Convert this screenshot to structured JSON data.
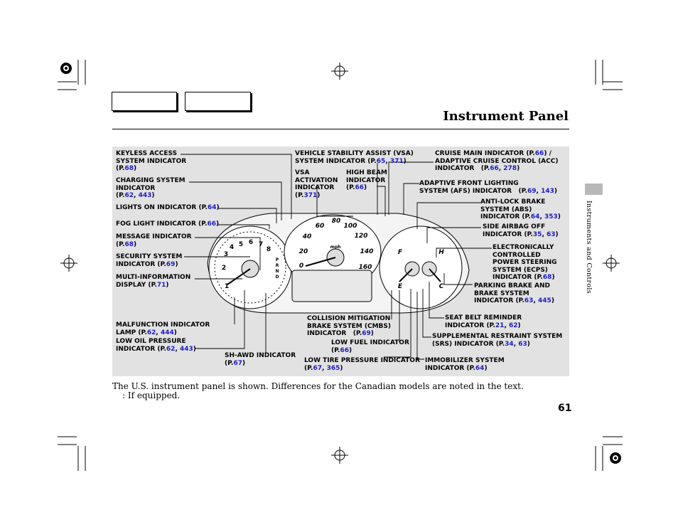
{
  "header": {
    "title": "Instrument Panel"
  },
  "side_tab": {
    "text": "Instruments and Controls"
  },
  "labels": {
    "keyless": {
      "l1": "KEYLESS ACCESS",
      "l2": "SYSTEM INDICATOR",
      "pre": "(P.",
      "p1": "68",
      "post": ")"
    },
    "charging": {
      "l1": "CHARGING SYSTEM",
      "l2": "INDICATOR",
      "pre": "(P.",
      "p1": "62",
      "sep": ", ",
      "p2": "443",
      "post": ")"
    },
    "lights_on": {
      "l1": "LIGHTS ON INDICATOR (P.",
      "p1": "64",
      "post": ")"
    },
    "fog": {
      "l1": "FOG LIGHT INDICATOR (P.",
      "p1": "66",
      "post": ")"
    },
    "message": {
      "l1": "MESSAGE INDICATOR",
      "pre": "(P.",
      "p1": "68",
      "post": ")"
    },
    "security": {
      "l1": "SECURITY SYSTEM",
      "l2": "INDICATOR (P.",
      "p1": "69",
      "post": ")"
    },
    "multi": {
      "l1": "MULTI-INFORMATION",
      "l2": "DISPLAY (P.",
      "p1": "71",
      "post": ")"
    },
    "malfunction": {
      "l1": "MALFUNCTION INDICATOR",
      "l2": "LAMP (P.",
      "p1": "62",
      "sep": ", ",
      "p2": "444",
      "post": ")"
    },
    "low_oil": {
      "l1": "LOW OIL PRESSURE",
      "l2": "INDICATOR (P.",
      "p1": "62",
      "sep": ", ",
      "p2": "443",
      "post": ")"
    },
    "shawd": {
      "l1": "SH-AWD INDICATOR",
      "pre": "(P.",
      "p1": "67",
      "post": ")"
    },
    "vsa": {
      "l1": "VEHICLE STABILITY ASSIST (VSA)",
      "l2": "SYSTEM INDICATOR (P.",
      "p1": "65",
      "sep": ", ",
      "p2": "371",
      "post": ")"
    },
    "vsa_act": {
      "l1": "VSA",
      "l2": "ACTIVATION",
      "l3": "INDICATOR",
      "pre": "(P.",
      "p1": "371",
      "post": ")"
    },
    "high_beam": {
      "l1": "HIGH BEAM",
      "l2": "INDICATOR",
      "pre": "(P.",
      "p1": "66",
      "post": ")"
    },
    "cmbs": {
      "l1": "COLLISION MITIGATION",
      "l2": "BRAKE SYSTEM (CMBS)",
      "l3": "INDICATOR",
      "pre": "(P.",
      "p1": "69",
      "post": ")"
    },
    "low_fuel": {
      "l1": "LOW FUEL INDICATOR",
      "pre": "(P.",
      "p1": "66",
      "post": ")"
    },
    "tire": {
      "l1": "LOW TIRE PRESSURE INDICATOR",
      "pre": "(P.",
      "p1": "67",
      "sep": ", ",
      "p2": "365",
      "post": ")"
    },
    "cruise": {
      "l1": "CRUISE MAIN INDICATOR (P.",
      "p1": "66",
      "post": ") /",
      "l2": "ADAPTIVE CRUISE CONTROL (ACC)",
      "l3": "INDICATOR",
      "pre3": "(P.",
      "q1": "66",
      "qsep": ", ",
      "q2": "278",
      "post3": ")"
    },
    "afs": {
      "l1": "ADAPTIVE FRONT LIGHTING",
      "l2": "SYSTEM (AFS) INDICATOR",
      "pre": "(P.",
      "p1": "69",
      "sep": ", ",
      "p2": "143",
      "post": ")"
    },
    "abs": {
      "l1": "ANTI-LOCK BRAKE",
      "l2": "SYSTEM (ABS)",
      "l3": "INDICATOR (P.",
      "p1": "64",
      "sep": ", ",
      "p2": "353",
      "post": ")"
    },
    "side_airbag": {
      "l1": "SIDE AIRBAG OFF",
      "l2": "INDICATOR",
      "pre": "(P.",
      "p1": "35",
      "sep": ", ",
      "p2": "63",
      "post": ")"
    },
    "ecps": {
      "l1": "ELECTRONICALLY",
      "l2": "CONTROLLED",
      "l3": "POWER STEERING",
      "l4": "SYSTEM (ECPS)",
      "l5": "INDICATOR (P.",
      "p1": "68",
      "post": ")"
    },
    "parking": {
      "l1": "PARKING BRAKE AND",
      "l2": "BRAKE SYSTEM",
      "l3": "INDICATOR",
      "pre": "(P.",
      "p1": "63",
      "sep": ", ",
      "p2": "445",
      "post": ")"
    },
    "seatbelt": {
      "l1": "SEAT BELT REMINDER",
      "l2": "INDICATOR",
      "pre": "(P.",
      "p1": "21",
      "sep": ", ",
      "p2": "62",
      "post": ")"
    },
    "srs": {
      "l1": "SUPPLEMENTAL RESTRAINT SYSTEM",
      "l2": "(SRS) INDICATOR",
      "pre": "(P.",
      "p1": "34",
      "sep": ", ",
      "p2": "63",
      "post": ")"
    },
    "immobilizer": {
      "l1": "IMMOBILIZER SYSTEM",
      "l2": "INDICATOR (P.",
      "p1": "64",
      "post": ")"
    }
  },
  "gauges": {
    "tach_numbers": [
      "1",
      "2",
      "3",
      "4",
      "5",
      "6",
      "7",
      "8"
    ],
    "speed_numbers": [
      "0",
      "20",
      "40",
      "60",
      "80",
      "100",
      "120",
      "140",
      "160"
    ],
    "speed_unit": "mph",
    "fuel_marks": [
      "F",
      "E"
    ],
    "temp_marks": [
      "H",
      "C"
    ],
    "gear_letters": [
      "P",
      "R",
      "N",
      "D"
    ]
  },
  "caption": "The U.S. instrument panel is shown. Differences for the Canadian models are noted in the text.",
  "equipped_note": ": If equipped.",
  "page_number": "61"
}
